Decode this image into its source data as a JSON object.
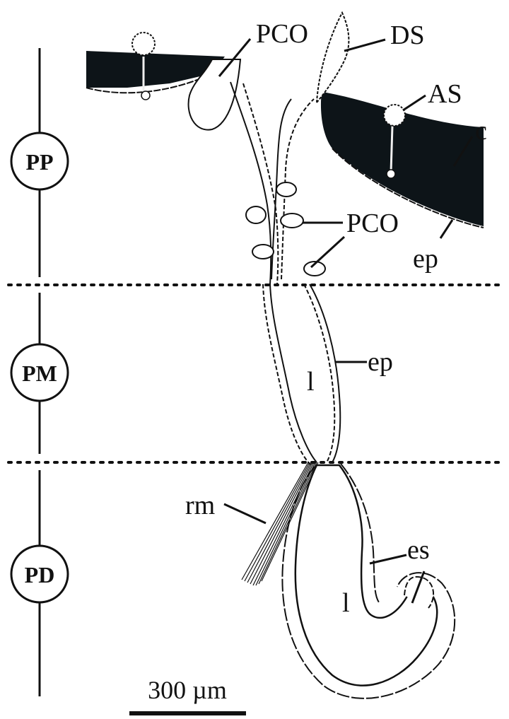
{
  "regions": [
    {
      "key": "PP",
      "label": "PP"
    },
    {
      "key": "PM",
      "label": "PM"
    },
    {
      "key": "PD",
      "label": "PD"
    }
  ],
  "labels": {
    "pco_top": "PCO",
    "ds": "DS",
    "as": "AS",
    "c": "c",
    "pco_mid": "PCO",
    "ep_right": "ep",
    "ep_mid": "ep",
    "lumen_mid": "l",
    "rm": "rm",
    "es": "es",
    "lumen_low": "l"
  },
  "scale_bar": {
    "label": "300 µm"
  },
  "colors": {
    "ink": "#111111",
    "tissue": "#0d1418",
    "paper": "#ffffff"
  }
}
